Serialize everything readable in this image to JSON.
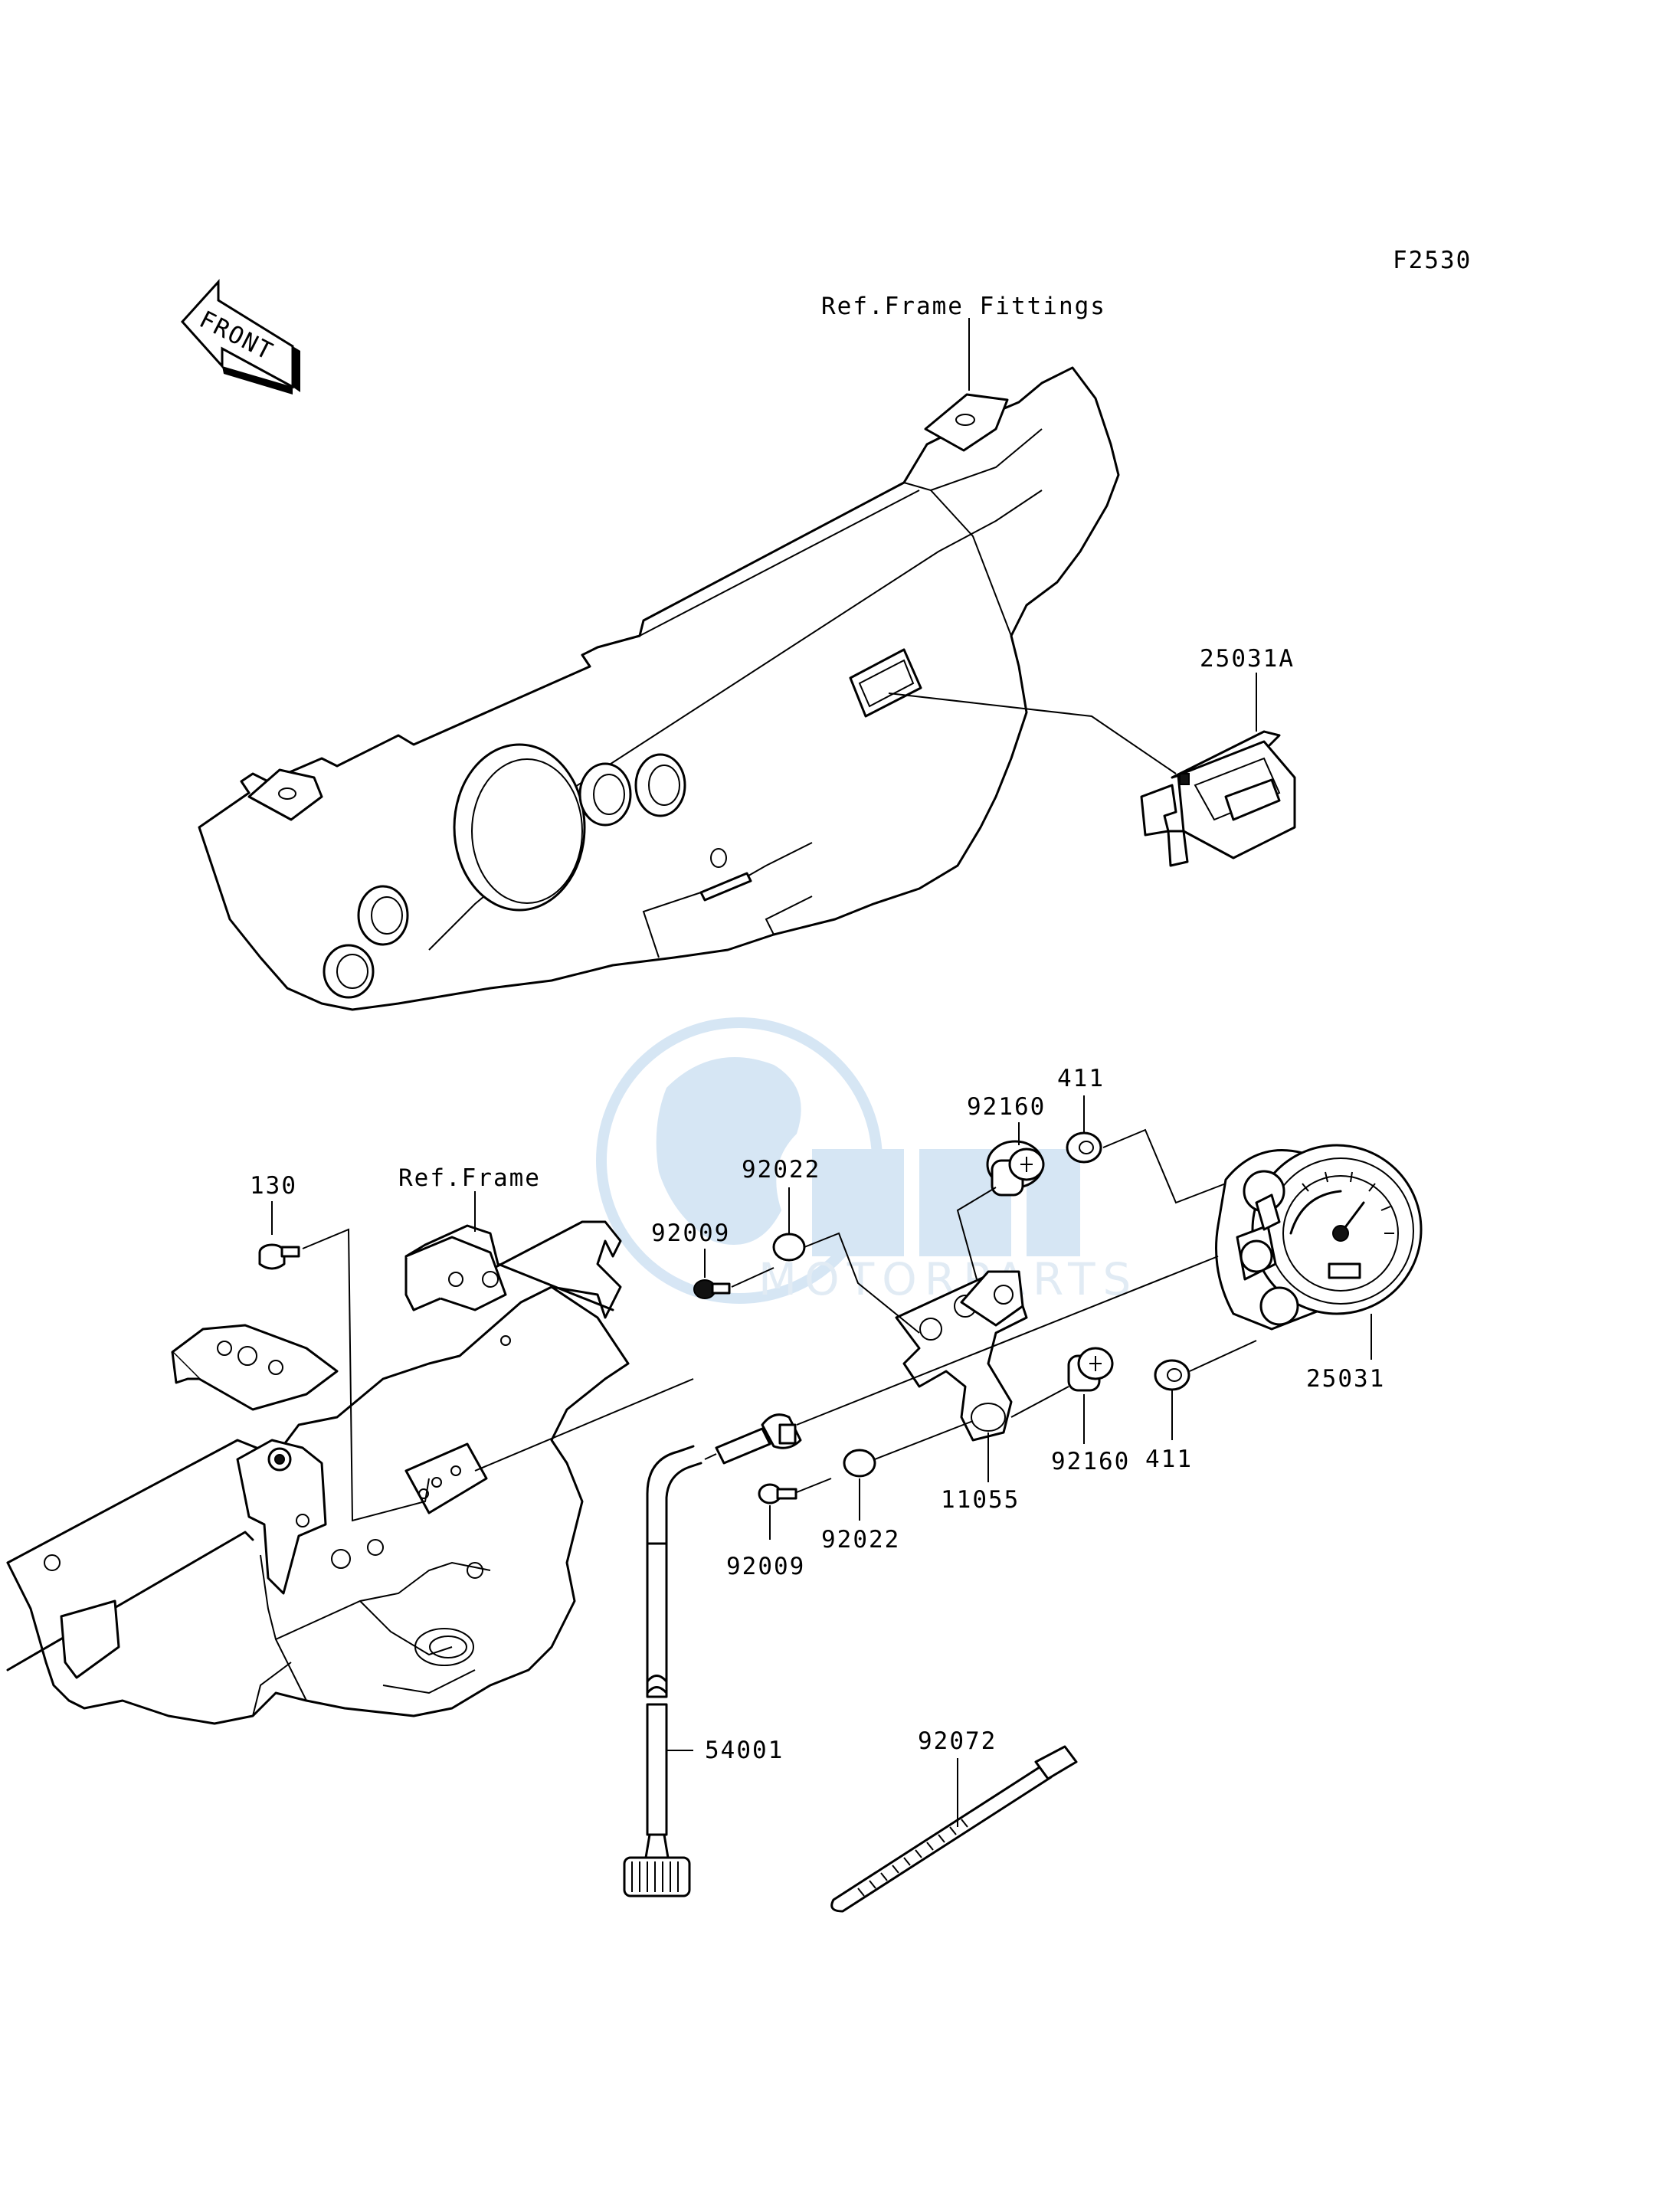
{
  "figure_code": "F2530",
  "front_arrow_label": "FRONT",
  "references": {
    "frame_fittings": "Ref.Frame Fittings",
    "frame": "Ref.Frame"
  },
  "parts": {
    "p25031A": "25031A",
    "p25031": "25031",
    "p411_top": "411",
    "p411_bottom": "411",
    "p92160_top": "92160",
    "p92160_bottom": "92160",
    "p92022_top": "92022",
    "p92022_bottom": "92022",
    "p92009_top": "92009",
    "p92009_bottom": "92009",
    "p130": "130",
    "p11055": "11055",
    "p54001": "54001",
    "p92072": "92072"
  },
  "watermark": {
    "word": "MOTORPARTS"
  }
}
